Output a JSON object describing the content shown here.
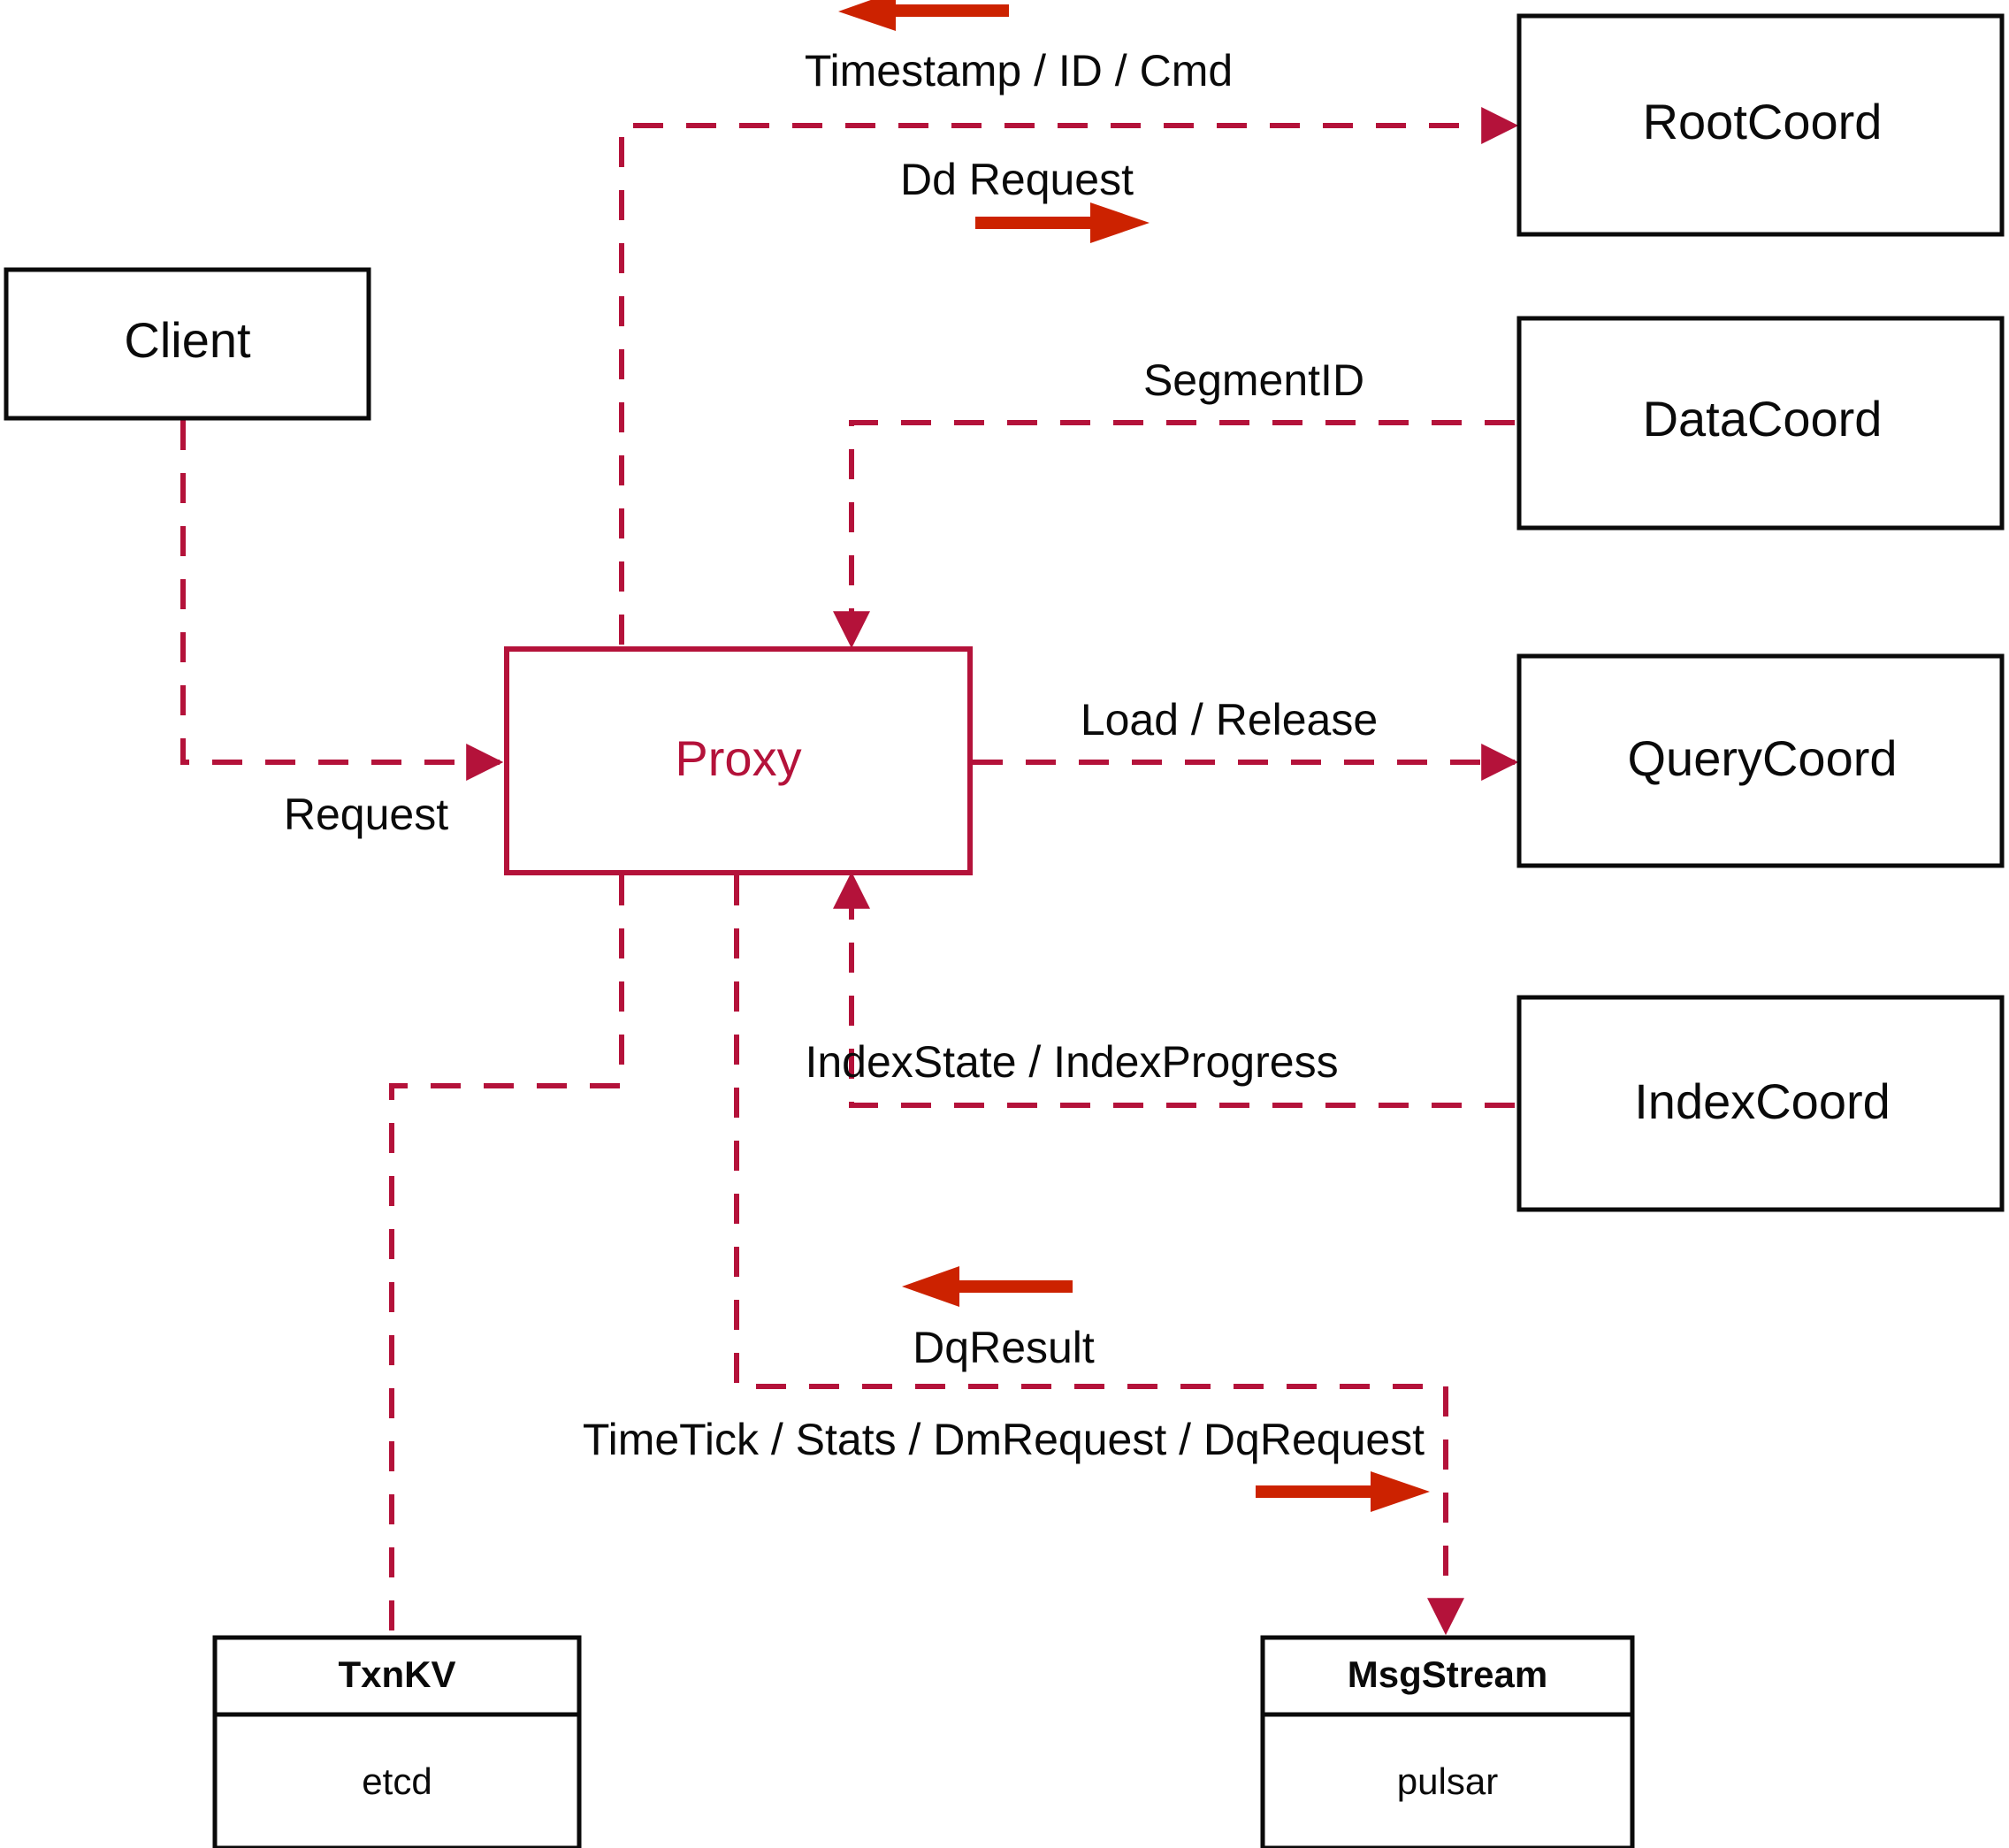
{
  "diagram": {
    "title": "Milvus Proxy interaction diagram",
    "colors": {
      "accent": "#b4123a",
      "flow_arrow": "#cc2200",
      "node_stroke": "#0a0a0a",
      "background": "#ffffff"
    },
    "nodes": [
      {
        "id": "client",
        "label": "Client",
        "style": "plain"
      },
      {
        "id": "proxy",
        "label": "Proxy",
        "style": "accent"
      },
      {
        "id": "rootcoord",
        "label": "RootCoord",
        "style": "plain"
      },
      {
        "id": "datacoord",
        "label": "DataCoord",
        "style": "plain"
      },
      {
        "id": "querycoord",
        "label": "QueryCoord",
        "style": "plain"
      },
      {
        "id": "indexcoord",
        "label": "IndexCoord",
        "style": "plain"
      }
    ],
    "component_nodes": [
      {
        "id": "txnkv",
        "title": "TxnKV",
        "impl": "etcd"
      },
      {
        "id": "msgstream",
        "title": "MsgStream",
        "impl": "pulsar"
      }
    ],
    "edge_labels": [
      {
        "id": "timestamp-id-cmd",
        "text": "Timestamp / ID / Cmd"
      },
      {
        "id": "dd-request",
        "text": "Dd Request"
      },
      {
        "id": "segment-id",
        "text": "SegmentID"
      },
      {
        "id": "request",
        "text": "Request"
      },
      {
        "id": "load-release",
        "text": "Load / Release"
      },
      {
        "id": "index-state",
        "text": "IndexState / IndexProgress"
      },
      {
        "id": "dq-result",
        "text": "DqResult"
      },
      {
        "id": "msgstream-topics",
        "text": "TimeTick / Stats / DmRequest / DqRequest"
      }
    ]
  }
}
